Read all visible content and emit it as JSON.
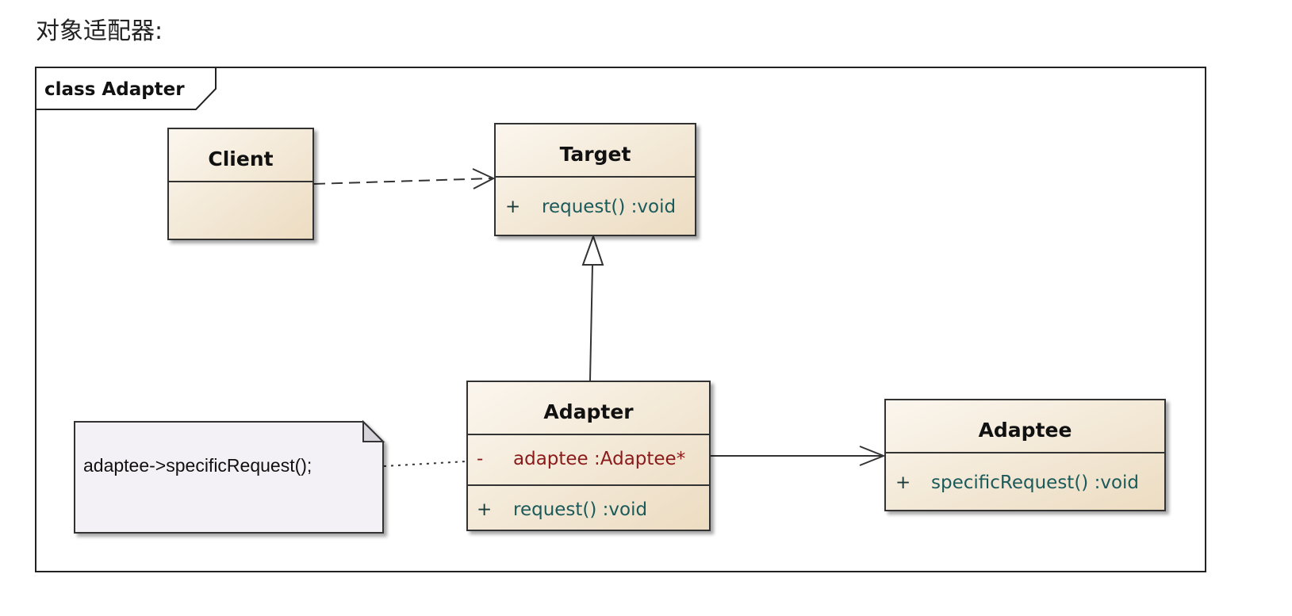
{
  "heading": "对象适配器:",
  "frame": {
    "label": "class Adapter"
  },
  "classes": {
    "client": {
      "name": "Client"
    },
    "target": {
      "name": "Target",
      "ops": [
        {
          "vis": "+",
          "sig": "request()  :void"
        }
      ]
    },
    "adapter": {
      "name": "Adapter",
      "attrs": [
        {
          "vis": "-",
          "sig": "adaptee  :Adaptee*"
        }
      ],
      "ops": [
        {
          "vis": "+",
          "sig": "request()  :void"
        }
      ]
    },
    "adaptee": {
      "name": "Adaptee",
      "ops": [
        {
          "vis": "+",
          "sig": "specificRequest()  :void"
        }
      ]
    }
  },
  "note": {
    "text": "adaptee->specificRequest();"
  },
  "colors": {
    "classFillTop": "#fbf6ee",
    "classFillBottom": "#ecdcc1",
    "noteFill": "#f3f1f6",
    "attrColor": "#8b1a1a",
    "opColor": "#1a5a5a"
  }
}
